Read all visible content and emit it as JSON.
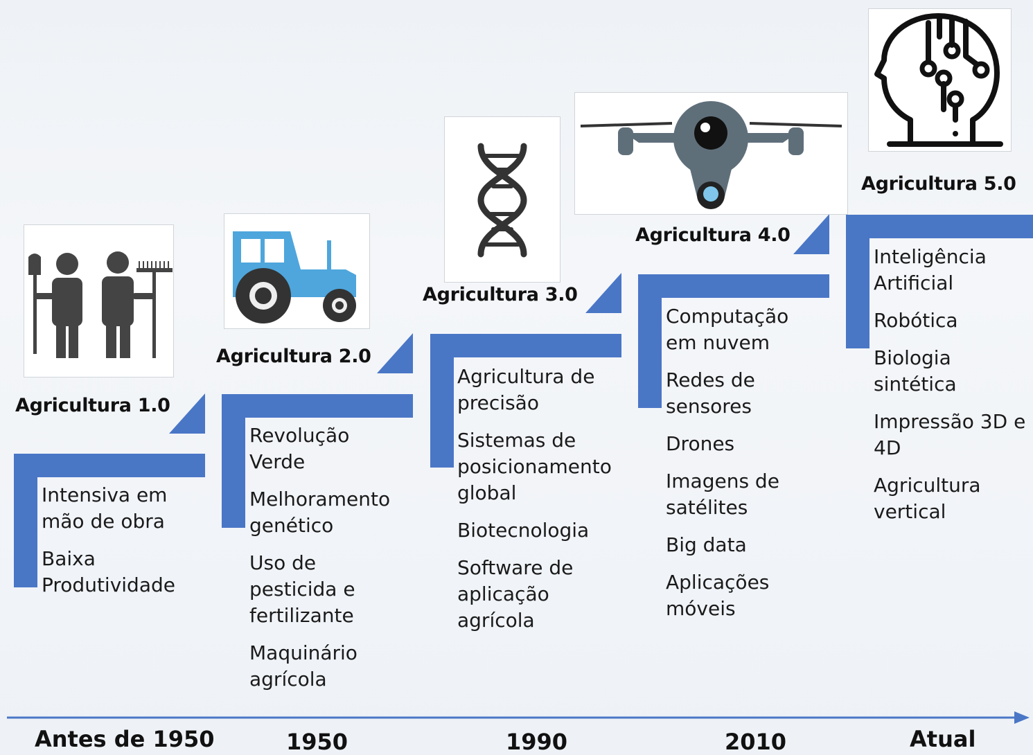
{
  "stages": [
    {
      "title": "Agricultura 1.0",
      "items": [
        "Intensiva em\nmão de obra",
        "Baixa\nProdutividade"
      ],
      "icon": "farmers-icon"
    },
    {
      "title": "Agricultura 2.0",
      "items": [
        "Revolução\nVerde",
        "Melhoramento\ngenético",
        "Uso de\npesticida e\nfertilizante",
        "Maquinário\nagrícola"
      ],
      "icon": "tractor-icon"
    },
    {
      "title": "Agricultura 3.0",
      "items": [
        "Agricultura de\nprecisão",
        "Sistemas de\nposicionamento\nglobal",
        "Biotecnologia",
        "Software de\naplicação\nagrícola"
      ],
      "icon": "dna-icon"
    },
    {
      "title": "Agricultura 4.0",
      "items": [
        "Computação\nem nuvem",
        "Redes de\nsensores",
        "Drones",
        "Imagens de\nsatélites",
        "Big data",
        "Aplicações\nmóveis"
      ],
      "icon": "drone-icon"
    },
    {
      "title": "Agricultura 5.0",
      "items": [
        "Inteligência\nArtificial",
        "Robótica",
        "Biologia\nsintética",
        "Impressão 3D e\n4D",
        "Agricultura\nvertical"
      ],
      "icon": "ai-head-icon"
    }
  ],
  "timeline": {
    "labels": [
      "Antes de 1950",
      "1950",
      "1990",
      "2010",
      "Atual"
    ]
  },
  "colors": {
    "accent": "#4a76c6",
    "text": "#111111"
  }
}
